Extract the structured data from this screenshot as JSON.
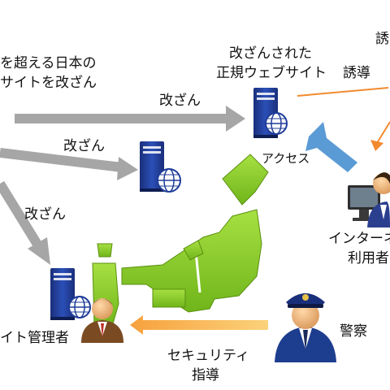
{
  "labels": {
    "top_left_line1": "を超える日本の",
    "top_left_line2": "サイトを改ざん",
    "tampered_site_line1": "改ざんされた",
    "tampered_site_line2": "正規ウェブサイト",
    "top_right_partial": "誘",
    "lure": "誘導",
    "tamper_1": "改ざん",
    "tamper_2": "改ざん",
    "tamper_3": "改ざん",
    "access": "アクセス",
    "internet_user_line1": "インターネ",
    "internet_user_line2": "利用者",
    "site_admin": "イト管理者",
    "police": "警察",
    "security_line1": "セキュリティ",
    "security_line2": "指導"
  },
  "colors": {
    "gray_arrow": "#a6a6a6",
    "orange": "#f28a2e",
    "blue_arrow": "#5b9bd5",
    "japan_green": "#8ccf2a",
    "server_blue": "#2b4fb8",
    "server_dark": "#1a2f7a"
  },
  "icons": [
    "server-icon",
    "globe-icon",
    "user-person-icon",
    "admin-person-icon",
    "police-officer-icon",
    "japan-map-icon"
  ]
}
